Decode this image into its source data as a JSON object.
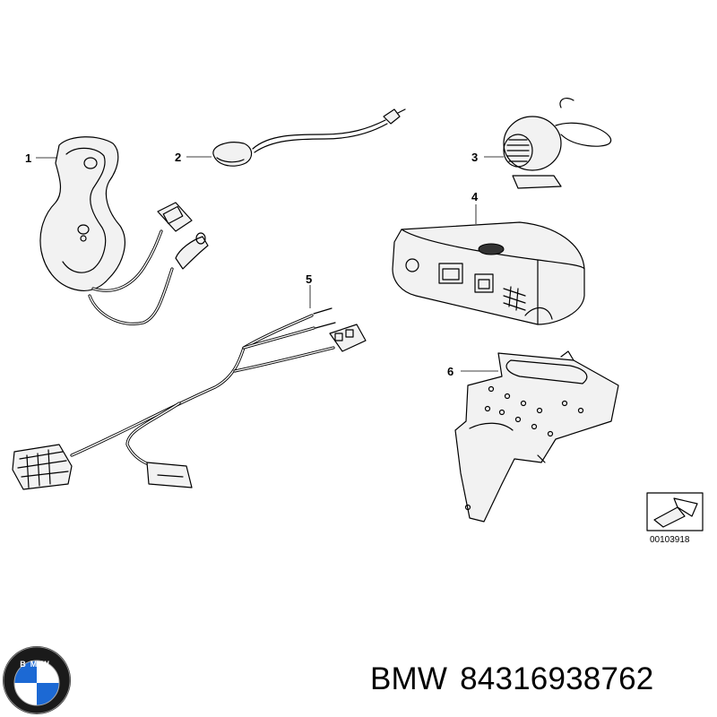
{
  "parts": [
    {
      "number": "1"
    },
    {
      "number": "2"
    },
    {
      "number": "3"
    },
    {
      "number": "4"
    },
    {
      "number": "5"
    },
    {
      "number": "6"
    }
  ],
  "drawing_id": "00103918",
  "logo": {
    "brand_text": "BMW",
    "colors": [
      "#1c69d4",
      "#ffffff",
      "#000000"
    ]
  },
  "caption": {
    "brand": "BMW",
    "part_number": "84316938762"
  }
}
